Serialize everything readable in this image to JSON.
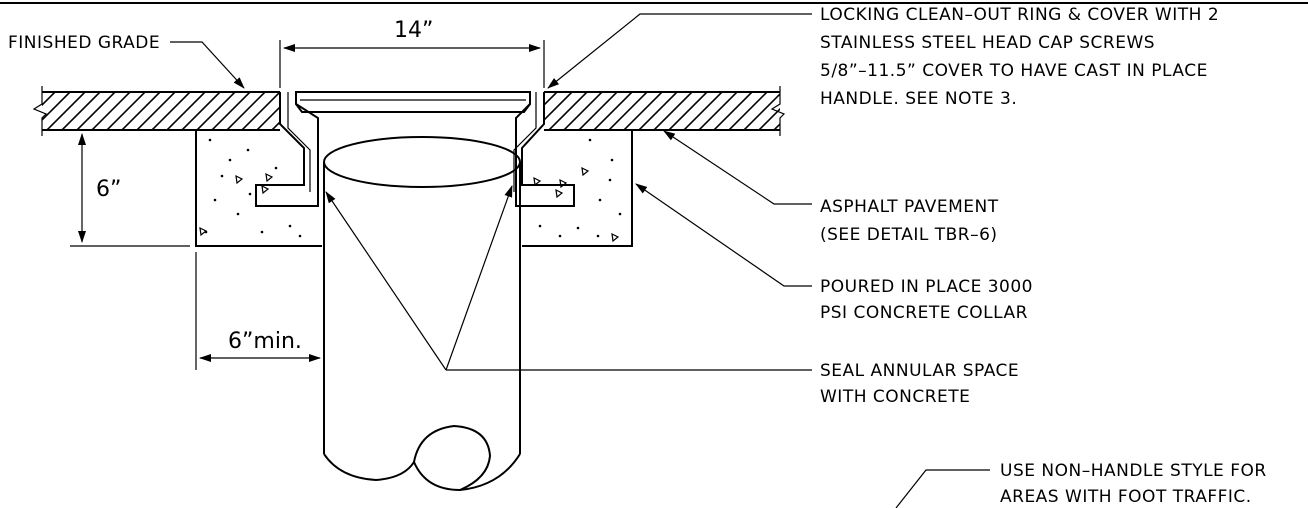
{
  "labels": {
    "finished_grade": "FINISHED GRADE",
    "ring_cover_1": "LOCKING CLEAN–OUT RING & COVER WITH 2",
    "ring_cover_2": "STAINLESS STEEL HEAD CAP SCREWS",
    "ring_cover_3": "5/8”–11.5” COVER TO HAVE CAST IN PLACE",
    "ring_cover_4": "HANDLE. SEE NOTE 3.",
    "asphalt_1": "ASPHALT PAVEMENT",
    "asphalt_2": "(SEE DETAIL TBR–6)",
    "collar_1": "POURED IN PLACE 3000",
    "collar_2": "PSI CONCRETE COLLAR",
    "seal_1": "SEAL ANNULAR SPACE",
    "seal_2": "WITH CONCRETE",
    "note_1": "USE NON–HANDLE STYLE FOR",
    "note_2": "AREAS WITH FOOT TRAFFIC."
  },
  "dimensions": {
    "cover_width": "14”",
    "collar_depth": "6”",
    "min_clearance": "6”min."
  }
}
